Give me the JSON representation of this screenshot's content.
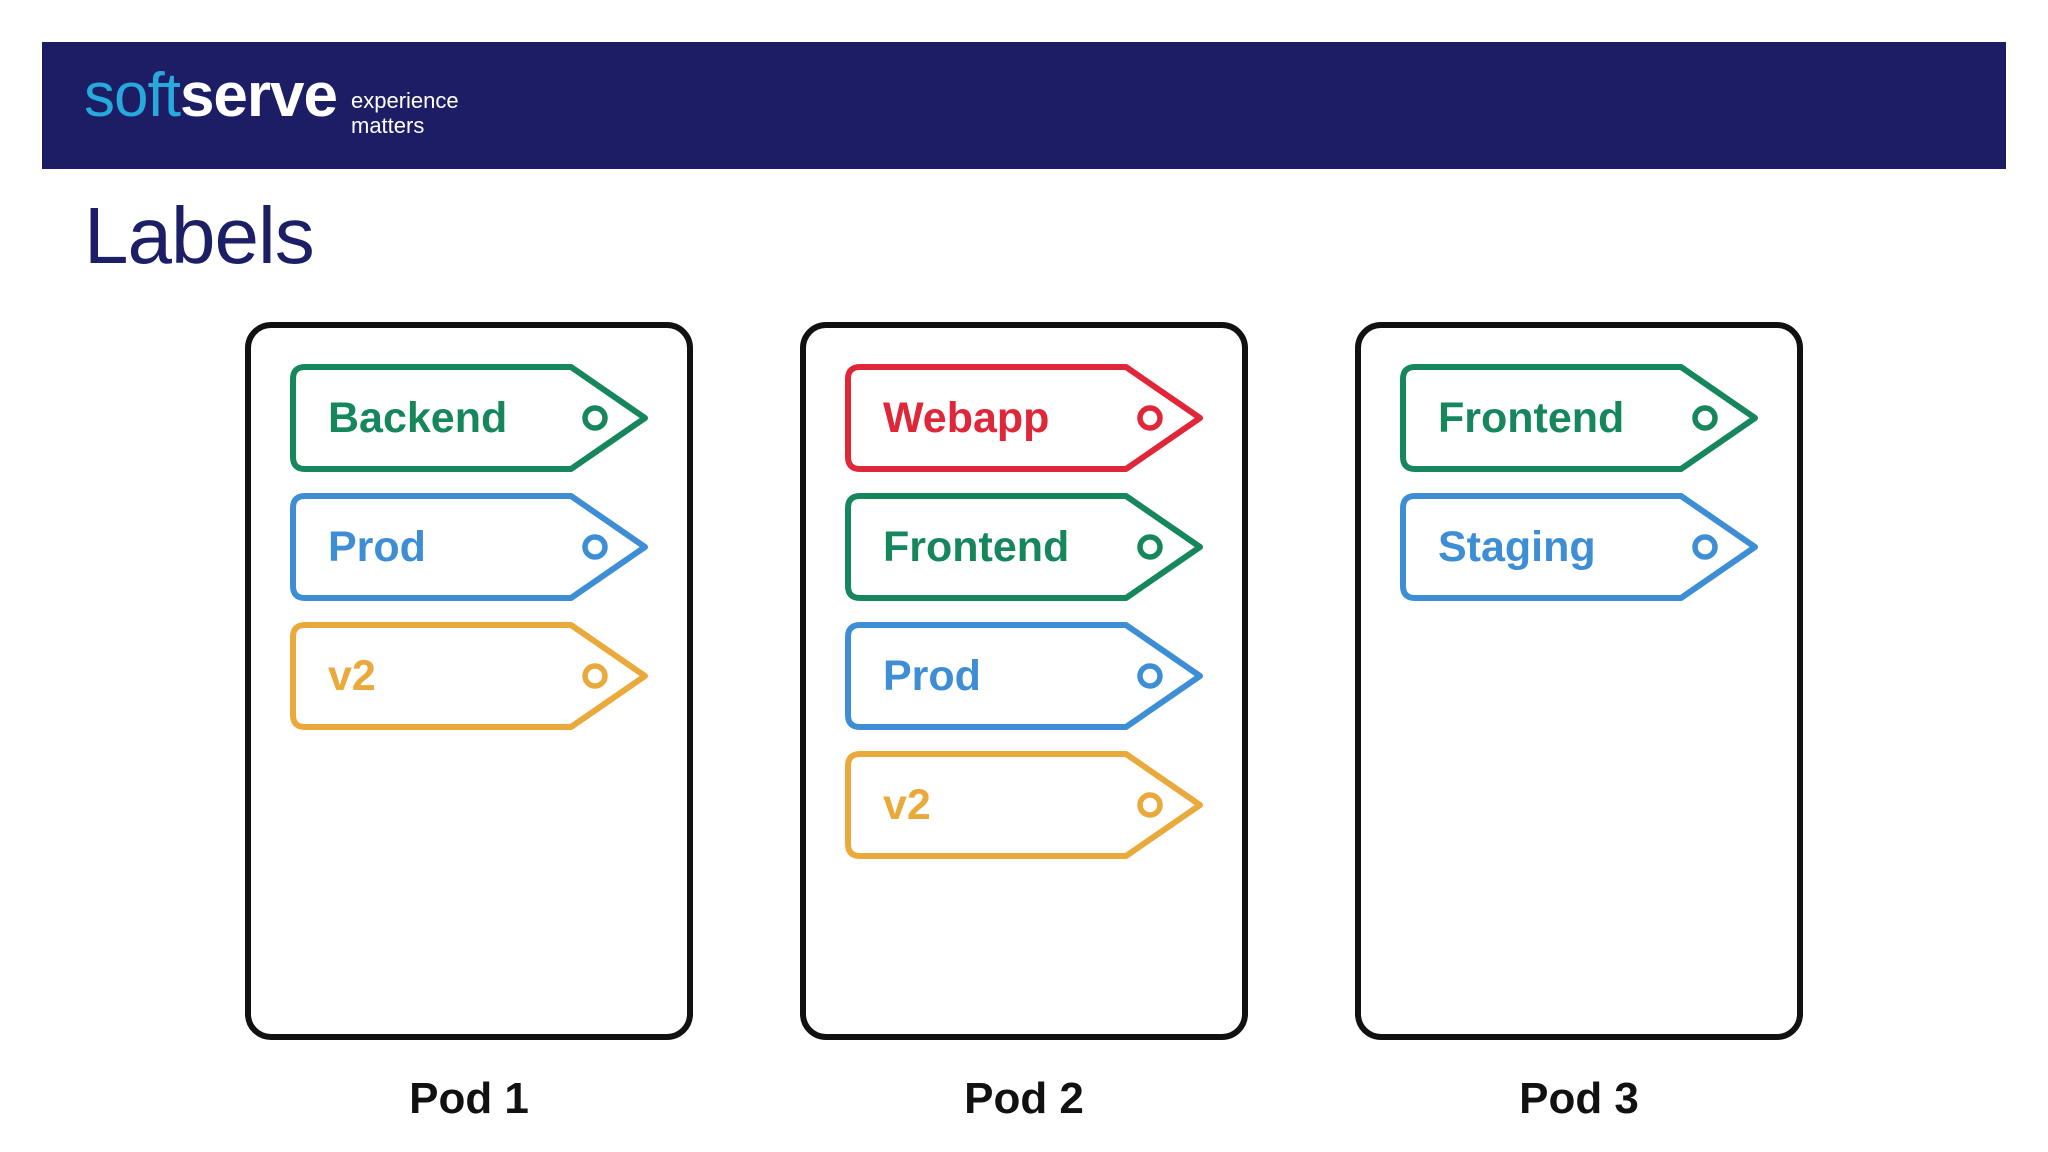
{
  "header": {
    "logo_soft": "soft",
    "logo_serve": "serve",
    "tagline_line1": "experience",
    "tagline_line2": "matters",
    "bar_color": "#1c1d64",
    "soft_color": "#28a9dc",
    "serve_color": "#ffffff"
  },
  "title": "Labels",
  "title_color": "#1d1f66",
  "colors": {
    "green": "#16875c",
    "blue": "#3d8ed4",
    "orange": "#e9a93b",
    "red": "#e0273a",
    "box_border": "#111111"
  },
  "pods": [
    {
      "caption": "Pod 1",
      "tags": [
        {
          "text": "Backend",
          "color": "#16875c"
        },
        {
          "text": "Prod",
          "color": "#3d8ed4"
        },
        {
          "text": "v2",
          "color": "#e9a93b"
        }
      ]
    },
    {
      "caption": "Pod 2",
      "tags": [
        {
          "text": "Webapp",
          "color": "#e0273a"
        },
        {
          "text": "Frontend",
          "color": "#16875c"
        },
        {
          "text": "Prod",
          "color": "#3d8ed4"
        },
        {
          "text": "v2",
          "color": "#e9a93b"
        }
      ]
    },
    {
      "caption": "Pod 3",
      "tags": [
        {
          "text": "Frontend",
          "color": "#16875c"
        },
        {
          "text": "Staging",
          "color": "#3d8ed4"
        }
      ]
    }
  ]
}
